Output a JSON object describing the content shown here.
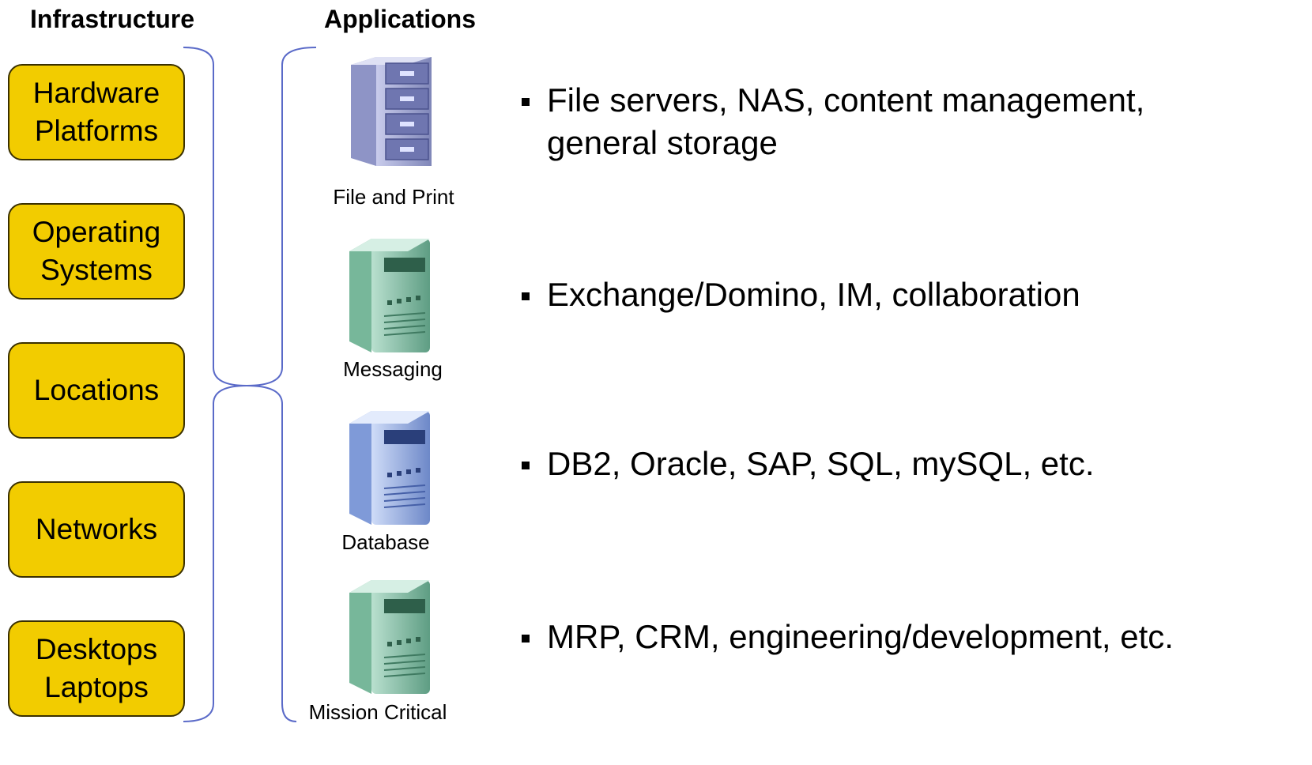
{
  "headers": {
    "infrastructure": "Infrastructure",
    "applications": "Applications"
  },
  "infrastructure": [
    {
      "line1": "Hardware",
      "line2": "Platforms"
    },
    {
      "line1": "Operating",
      "line2": "Systems"
    },
    {
      "line1": "Locations",
      "line2": ""
    },
    {
      "line1": "Networks",
      "line2": ""
    },
    {
      "line1": "Desktops",
      "line2": "Laptops"
    }
  ],
  "applications": [
    {
      "label": "File and Print",
      "icon": "file-cabinet-server-icon",
      "color": "#aab0d8",
      "bullet_line1": "File servers, NAS, content management,",
      "bullet_line2": "general storage"
    },
    {
      "label": "Messaging",
      "icon": "server-tower-icon",
      "color": "#8fc7ae",
      "bullet_line1": "Exchange/Domino, IM, collaboration",
      "bullet_line2": ""
    },
    {
      "label": "Database",
      "icon": "server-tower-icon",
      "color": "#9fb8e8",
      "bullet_line1": "DB2, Oracle, SAP, SQL, mySQL, etc.",
      "bullet_line2": ""
    },
    {
      "label": "Mission Critical",
      "icon": "server-tower-icon",
      "color": "#8fc7ae",
      "bullet_line1": "MRP, CRM, engineering/development, etc.",
      "bullet_line2": ""
    }
  ],
  "colors": {
    "box_fill": "#f2cc00",
    "brace_stroke": "#5a6ac8"
  }
}
